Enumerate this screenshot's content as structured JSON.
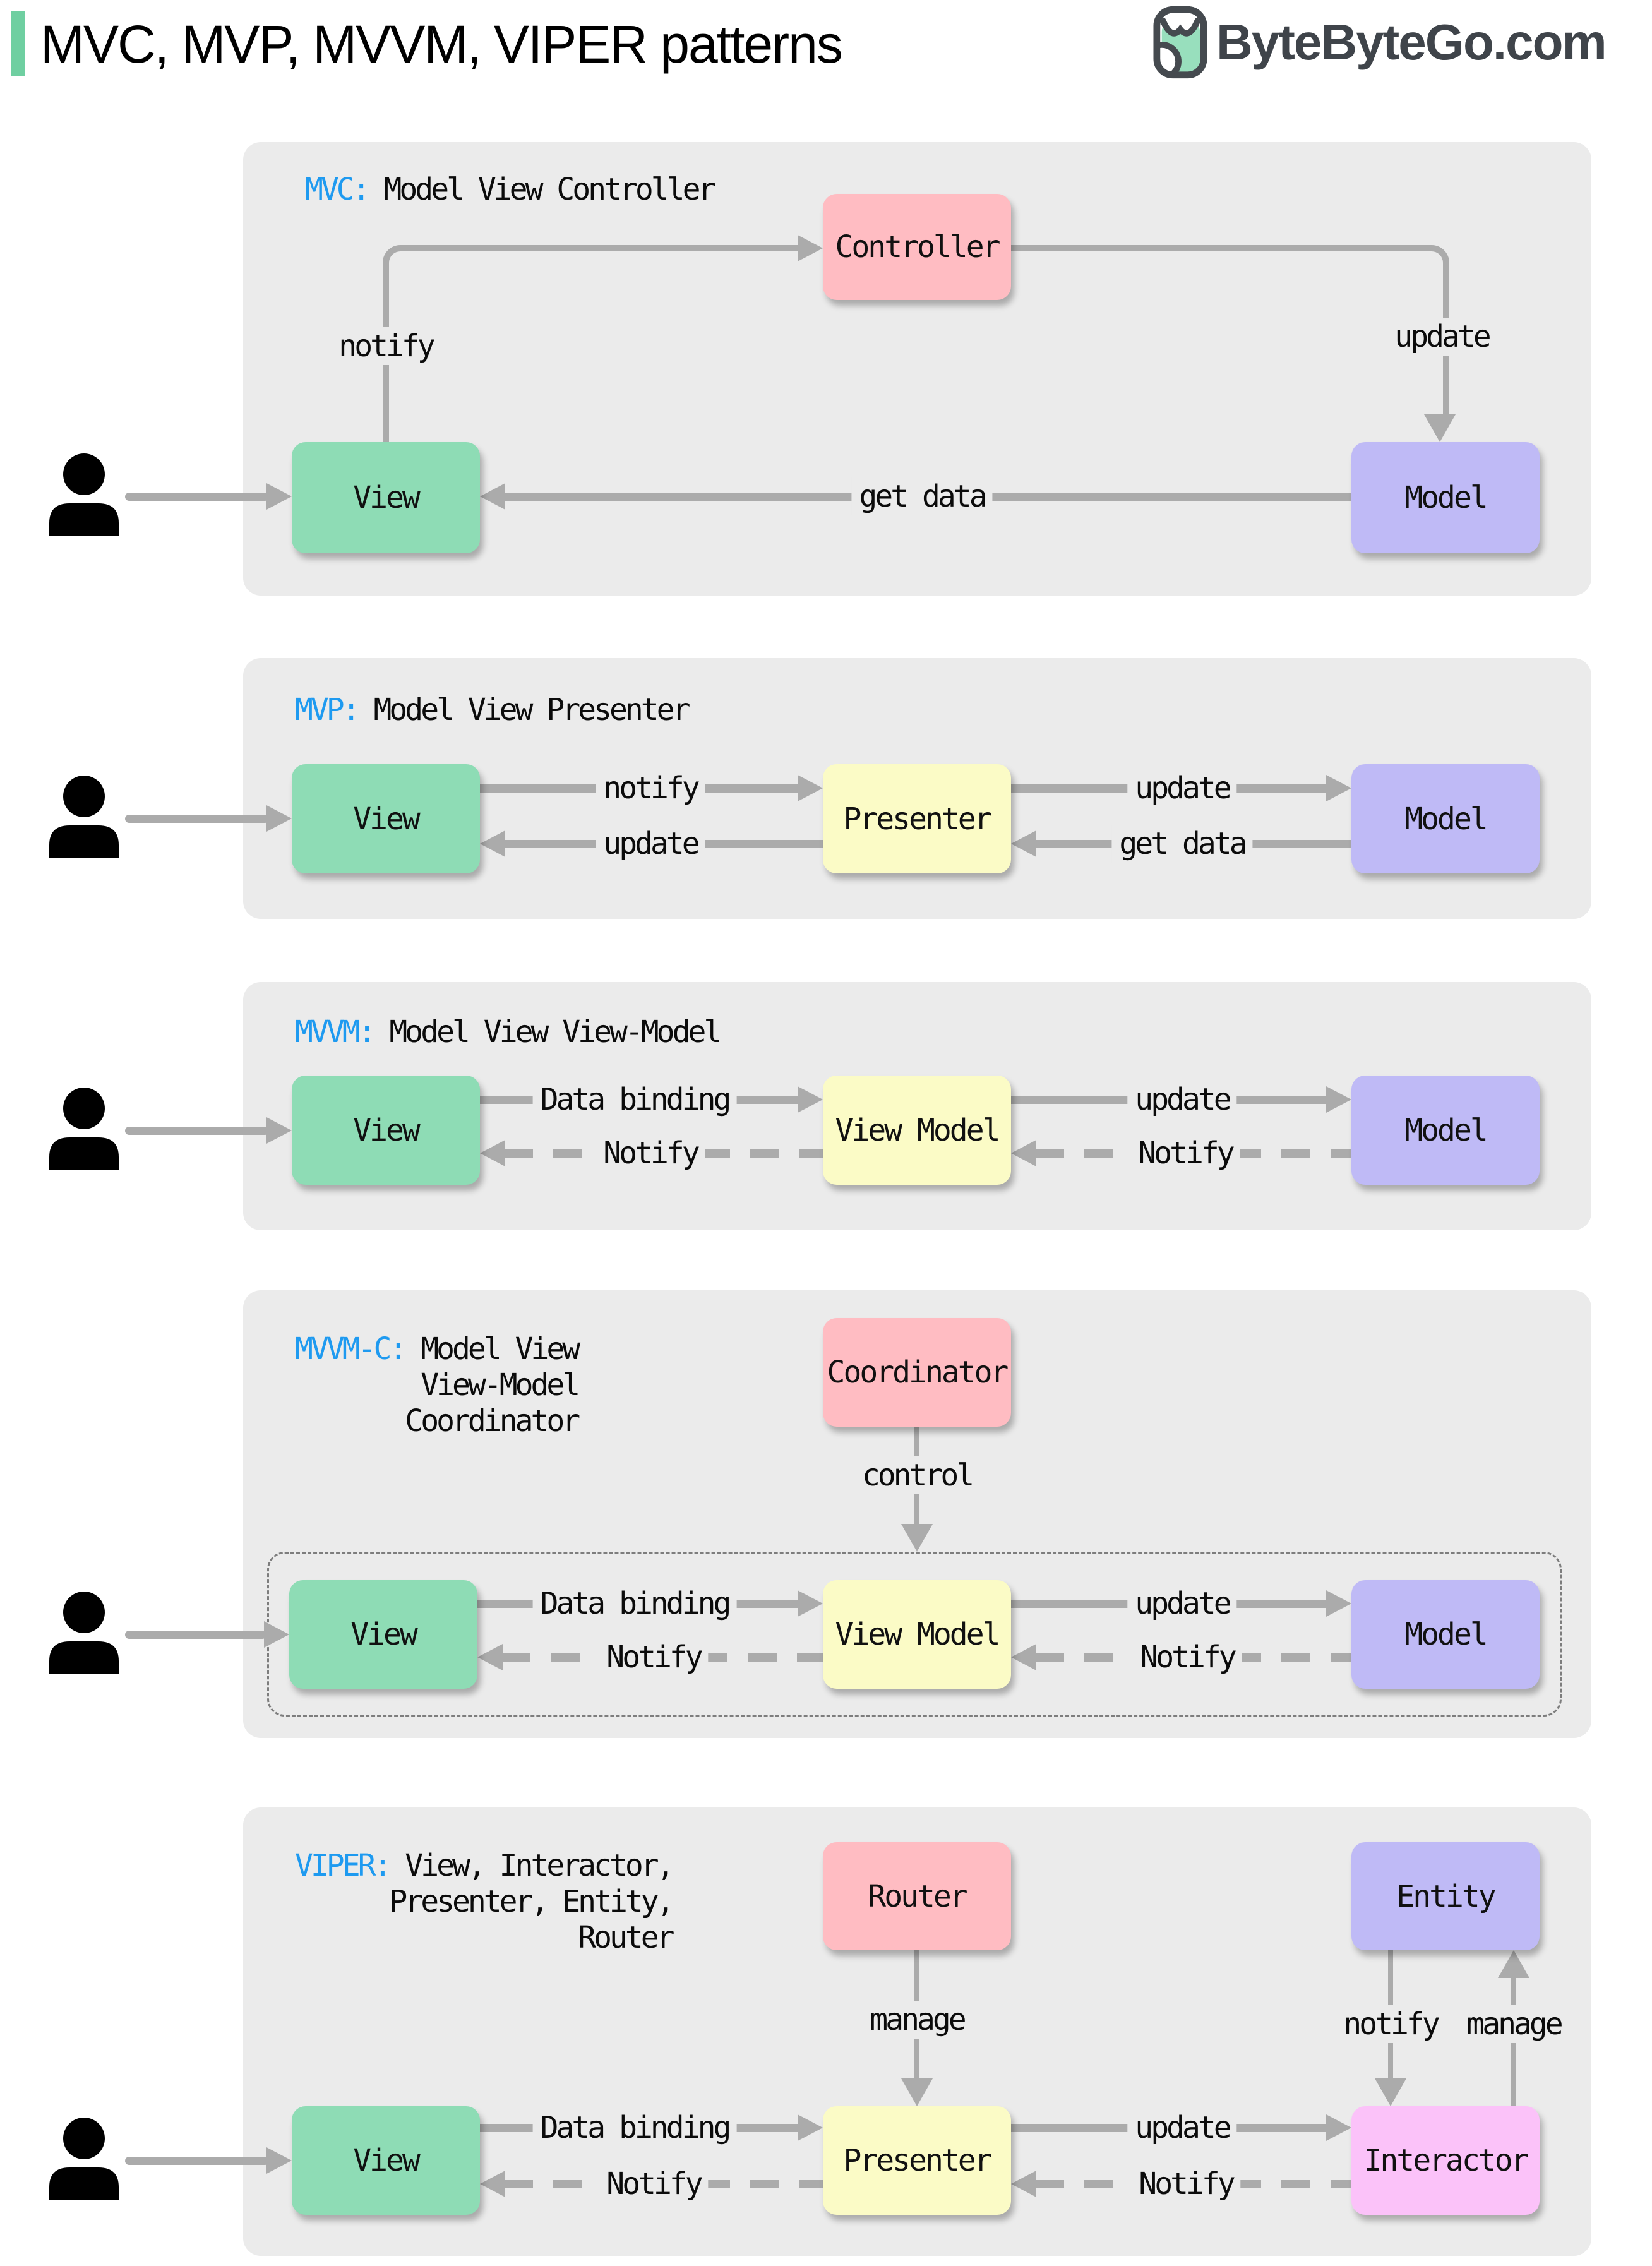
{
  "header": {
    "title": "MVC, MVP, MVVM, VIPER patterns",
    "logo_text": "ByteByteGo.com"
  },
  "colors": {
    "accent_green": "#6fcfa1",
    "box_green": "#8edcb5",
    "box_yellow": "#fbfbc6",
    "box_purple": "#bfbaf6",
    "box_pink": "#ffbcc2",
    "box_magenta": "#fbc2f9",
    "panel_bg": "#ebebeb",
    "arrow_gray": "#ababab",
    "title_blue": "#1e9af0",
    "logo_dark": "#3f444a"
  },
  "icons": {
    "logo": "bytebytego-bird-icon",
    "user": "person-icon"
  },
  "panels": {
    "mvc": {
      "title_prefix": "MVC:",
      "title_rest": " Model View Controller",
      "boxes": {
        "controller": "Controller",
        "view": "View",
        "model": "Model"
      },
      "labels": {
        "notify": "notify",
        "update": "update",
        "get_data": "get data"
      }
    },
    "mvp": {
      "title_prefix": "MVP:",
      "title_rest": " Model View Presenter",
      "boxes": {
        "view": "View",
        "presenter": "Presenter",
        "model": "Model"
      },
      "labels": {
        "notify": "notify",
        "update_to_model": "update",
        "update_to_view": "update",
        "get_data": "get data"
      }
    },
    "mvvm": {
      "title_prefix": "MVVM:",
      "title_rest": " Model View View-Model",
      "boxes": {
        "view": "View",
        "view_model": "View Model",
        "model": "Model"
      },
      "labels": {
        "data_binding": "Data binding",
        "update": "update",
        "notify_to_view": "Notify",
        "notify_to_vm": "Notify"
      }
    },
    "mvvmc": {
      "title_prefix": "MVVM-C:",
      "title_line1": " Model View",
      "title_line2": "View-Model",
      "title_line3": "Coordinator",
      "boxes": {
        "coordinator": "Coordinator",
        "view": "View",
        "view_model": "View Model",
        "model": "Model"
      },
      "labels": {
        "control": "control",
        "data_binding": "Data binding",
        "update": "update",
        "notify_to_view": "Notify",
        "notify_to_vm": "Notify"
      }
    },
    "viper": {
      "title_prefix": "VIPER:",
      "title_line1": " View, Interactor,",
      "title_line2": "Presenter, Entity,",
      "title_line3": "Router",
      "boxes": {
        "router": "Router",
        "entity": "Entity",
        "view": "View",
        "presenter": "Presenter",
        "interactor": "Interactor"
      },
      "labels": {
        "manage_router": "manage",
        "notify_entity": "notify",
        "manage_entity": "manage",
        "data_binding": "Data binding",
        "update": "update",
        "notify_to_presenter": "Notify",
        "notify_to_view": "Notify"
      }
    }
  }
}
